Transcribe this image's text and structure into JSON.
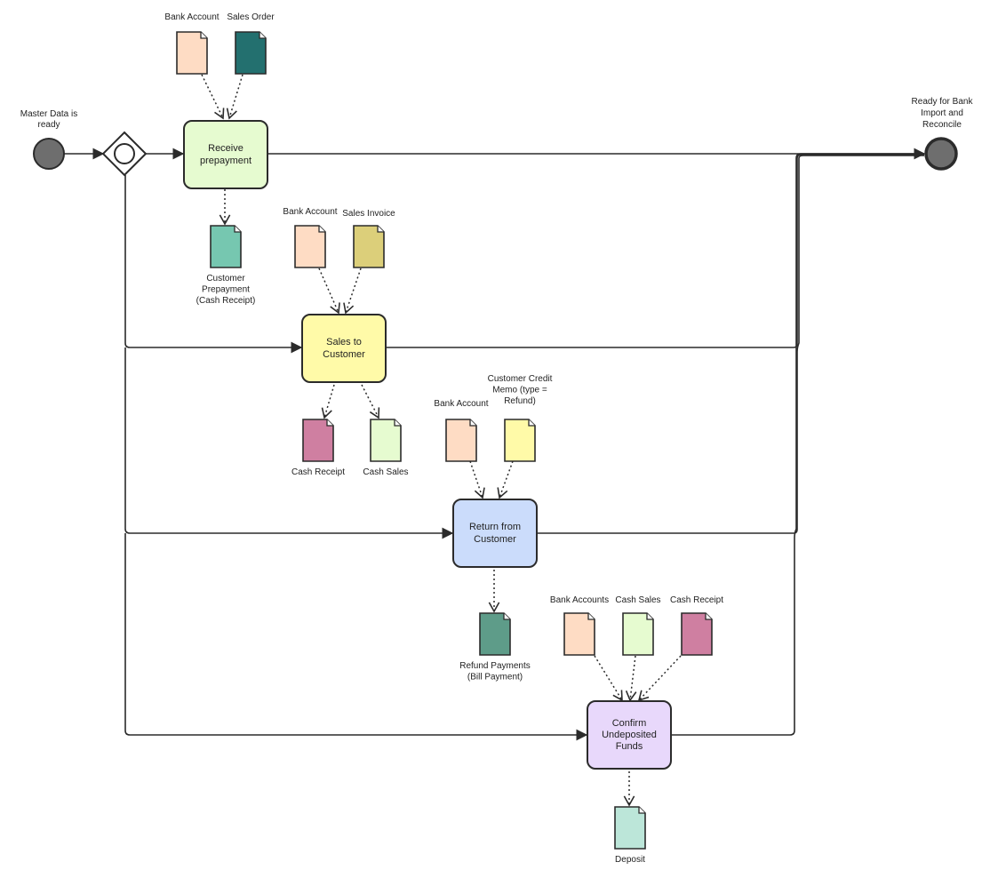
{
  "diagram": {
    "type": "bpmn-process",
    "events": {
      "start": {
        "label": "Master Data is ready",
        "label_lines": [
          "Master Data is",
          "ready"
        ],
        "color": "#6e6e6e"
      },
      "end": {
        "label": "Ready for Bank Import and Reconcile",
        "label_lines": [
          "Ready for Bank",
          "Import and",
          "Reconcile"
        ],
        "color": "#6e6e6e"
      }
    },
    "gateway": {
      "type": "event-based",
      "label": ""
    },
    "tasks": [
      {
        "id": "receive-prepayment",
        "label_lines": [
          "Receive",
          "prepayment"
        ],
        "color": "#e6fbd0"
      },
      {
        "id": "sales-to-customer",
        "label_lines": [
          "Sales to",
          "Customer"
        ],
        "color": "#fffaa8"
      },
      {
        "id": "return-from-customer",
        "label_lines": [
          "Return from",
          "Customer"
        ],
        "color": "#cbdcfb"
      },
      {
        "id": "confirm-undeposited-funds",
        "label_lines": [
          "Confirm",
          "Undeposited",
          "Funds"
        ],
        "color": "#e8d8fb"
      }
    ],
    "documents": [
      {
        "id": "doc-bank-account-1",
        "label_lines": [
          "Bank Account"
        ],
        "color": "#fedcc4",
        "relation": "input",
        "task": "receive-prepayment"
      },
      {
        "id": "doc-sales-order",
        "label_lines": [
          "Sales Order"
        ],
        "color": "#23706f",
        "relation": "input",
        "task": "receive-prepayment"
      },
      {
        "id": "doc-customer-prepayment",
        "label_lines": [
          "Customer",
          "Prepayment",
          "(Cash Receipt)"
        ],
        "color": "#76c7b0",
        "relation": "output",
        "task": "receive-prepayment"
      },
      {
        "id": "doc-bank-account-2",
        "label_lines": [
          "Bank Account"
        ],
        "color": "#fedcc4",
        "relation": "input",
        "task": "sales-to-customer"
      },
      {
        "id": "doc-sales-invoice",
        "label_lines": [
          "Sales Invoice"
        ],
        "color": "#dccf7a",
        "relation": "input",
        "task": "sales-to-customer"
      },
      {
        "id": "doc-cash-receipt-1",
        "label_lines": [
          "Cash Receipt"
        ],
        "color": "#cf7fa1",
        "relation": "output",
        "task": "sales-to-customer"
      },
      {
        "id": "doc-cash-sales-1",
        "label_lines": [
          "Cash Sales"
        ],
        "color": "#e6fbd0",
        "relation": "output",
        "task": "sales-to-customer"
      },
      {
        "id": "doc-bank-account-3",
        "label_lines": [
          "Bank Account"
        ],
        "color": "#fedcc4",
        "relation": "input",
        "task": "return-from-customer"
      },
      {
        "id": "doc-credit-memo",
        "label_lines": [
          "Customer Credit",
          "Memo (type =",
          "Refund)"
        ],
        "color": "#fffaa8",
        "relation": "input",
        "task": "return-from-customer"
      },
      {
        "id": "doc-refund-payments",
        "label_lines": [
          "Refund Payments",
          "(Bill Payment)"
        ],
        "color": "#5e9c89",
        "relation": "output",
        "task": "return-from-customer"
      },
      {
        "id": "doc-bank-accounts",
        "label_lines": [
          "Bank Accounts"
        ],
        "color": "#fedcc4",
        "relation": "input",
        "task": "confirm-undeposited-funds"
      },
      {
        "id": "doc-cash-sales-2",
        "label_lines": [
          "Cash Sales"
        ],
        "color": "#e6fbd0",
        "relation": "input",
        "task": "confirm-undeposited-funds"
      },
      {
        "id": "doc-cash-receipt-2",
        "label_lines": [
          "Cash Receipt"
        ],
        "color": "#cf7fa1",
        "relation": "input",
        "task": "confirm-undeposited-funds"
      },
      {
        "id": "doc-deposit",
        "label_lines": [
          "Deposit"
        ],
        "color": "#bce6d9",
        "relation": "output",
        "task": "confirm-undeposited-funds"
      }
    ],
    "flows": [
      {
        "from": "start",
        "to": "gateway"
      },
      {
        "from": "gateway",
        "to": "receive-prepayment"
      },
      {
        "from": "gateway",
        "to": "sales-to-customer"
      },
      {
        "from": "gateway",
        "to": "return-from-customer"
      },
      {
        "from": "gateway",
        "to": "confirm-undeposited-funds"
      },
      {
        "from": "receive-prepayment",
        "to": "end"
      },
      {
        "from": "sales-to-customer",
        "to": "end"
      },
      {
        "from": "return-from-customer",
        "to": "end"
      },
      {
        "from": "confirm-undeposited-funds",
        "to": "end"
      }
    ]
  }
}
